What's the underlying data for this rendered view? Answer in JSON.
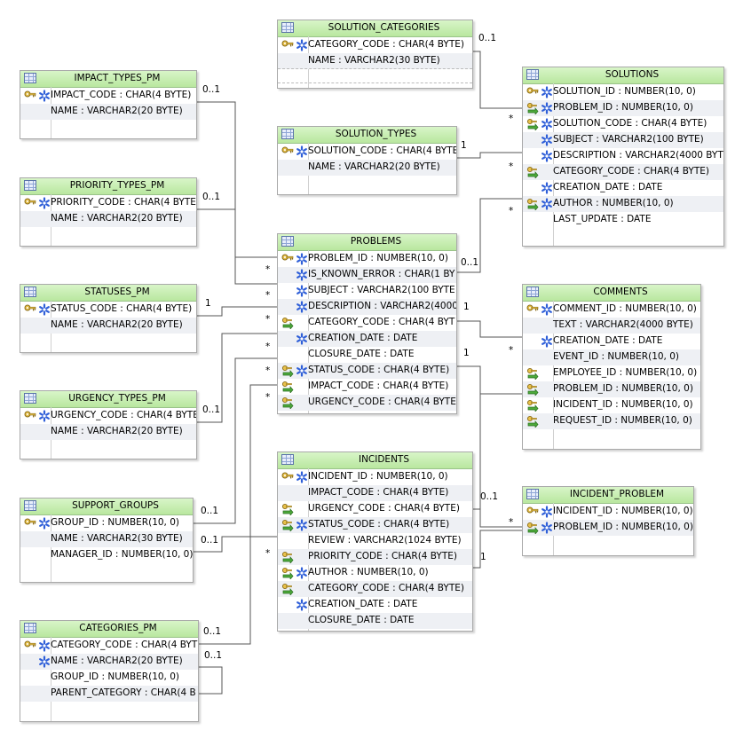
{
  "tables": [
    {
      "id": "solution-categories",
      "name": "SOLUTION_CATEGORIES",
      "rows": [
        {
          "icons": [
            "key",
            "pk"
          ],
          "text": "CATEGORY_CODE : CHAR(4 BYTE)"
        },
        {
          "icons": [],
          "text": "NAME : VARCHAR2(30 BYTE)"
        }
      ]
    },
    {
      "id": "impact-types-pm",
      "name": "IMPACT_TYPES_PM",
      "rows": [
        {
          "icons": [
            "key",
            "pk"
          ],
          "text": "IMPACT_CODE : CHAR(4 BYTE)"
        },
        {
          "icons": [],
          "text": "NAME : VARCHAR2(20 BYTE)"
        }
      ]
    },
    {
      "id": "solutions",
      "name": "SOLUTIONS",
      "rows": [
        {
          "icons": [
            "key",
            "pk"
          ],
          "text": "SOLUTION_ID : NUMBER(10, 0)"
        },
        {
          "icons": [
            "fk",
            "pk"
          ],
          "text": "PROBLEM_ID : NUMBER(10, 0)"
        },
        {
          "icons": [
            "fk",
            "pk"
          ],
          "text": "SOLUTION_CODE : CHAR(4 BYTE)"
        },
        {
          "icons": [
            "",
            "pk"
          ],
          "text": "SUBJECT : VARCHAR2(100 BYTE)"
        },
        {
          "icons": [
            "",
            "pk"
          ],
          "text": "DESCRIPTION : VARCHAR2(4000 BYTE"
        },
        {
          "icons": [
            "fk",
            ""
          ],
          "text": "CATEGORY_CODE : CHAR(4 BYTE)"
        },
        {
          "icons": [
            "",
            "pk"
          ],
          "text": "CREATION_DATE : DATE"
        },
        {
          "icons": [
            "fk",
            "pk"
          ],
          "text": "AUTHOR : NUMBER(10, 0)"
        },
        {
          "icons": [],
          "text": "LAST_UPDATE : DATE"
        }
      ]
    },
    {
      "id": "solution-types",
      "name": "SOLUTION_TYPES",
      "rows": [
        {
          "icons": [
            "key",
            "pk"
          ],
          "text": "SOLUTION_CODE : CHAR(4 BYTE"
        },
        {
          "icons": [],
          "text": "NAME : VARCHAR2(20 BYTE)"
        }
      ]
    },
    {
      "id": "priority-types-pm",
      "name": "PRIORITY_TYPES_PM",
      "rows": [
        {
          "icons": [
            "key",
            "pk"
          ],
          "text": "PRIORITY_CODE : CHAR(4 BYTE)"
        },
        {
          "icons": [],
          "text": "NAME : VARCHAR2(20 BYTE)"
        }
      ]
    },
    {
      "id": "problems",
      "name": "PROBLEMS",
      "rows": [
        {
          "icons": [
            "key",
            "pk"
          ],
          "text": "PROBLEM_ID : NUMBER(10, 0)"
        },
        {
          "icons": [
            "",
            "pk"
          ],
          "text": "IS_KNOWN_ERROR : CHAR(1 BY"
        },
        {
          "icons": [
            "",
            "pk"
          ],
          "text": "SUBJECT : VARCHAR2(100 BYTE"
        },
        {
          "icons": [
            "",
            "pk"
          ],
          "text": "DESCRIPTION : VARCHAR2(4000"
        },
        {
          "icons": [
            "fk",
            ""
          ],
          "text": "CATEGORY_CODE : CHAR(4 BYT"
        },
        {
          "icons": [
            "",
            "pk"
          ],
          "text": "CREATION_DATE : DATE"
        },
        {
          "icons": [],
          "text": "CLOSURE_DATE : DATE"
        },
        {
          "icons": [
            "fk",
            "pk"
          ],
          "text": "STATUS_CODE : CHAR(4 BYTE)"
        },
        {
          "icons": [
            "fk",
            ""
          ],
          "text": "IMPACT_CODE : CHAR(4 BYTE)"
        },
        {
          "icons": [
            "fk",
            ""
          ],
          "text": "URGENCY_CODE : CHAR(4 BYTE"
        }
      ]
    },
    {
      "id": "statuses-pm",
      "name": "STATUSES_PM",
      "rows": [
        {
          "icons": [
            "key",
            "pk"
          ],
          "text": "STATUS_CODE : CHAR(4 BYTE)"
        },
        {
          "icons": [],
          "text": "NAME : VARCHAR2(20 BYTE)"
        }
      ]
    },
    {
      "id": "comments",
      "name": "COMMENTS",
      "rows": [
        {
          "icons": [
            "key",
            "pk"
          ],
          "text": "COMMENT_ID : NUMBER(10, 0)"
        },
        {
          "icons": [],
          "text": "TEXT : VARCHAR2(4000 BYTE)"
        },
        {
          "icons": [
            "",
            "pk"
          ],
          "text": "CREATION_DATE : DATE"
        },
        {
          "icons": [],
          "text": "EVENT_ID : NUMBER(10, 0)"
        },
        {
          "icons": [
            "fk",
            ""
          ],
          "text": "EMPLOYEE_ID : NUMBER(10, 0)"
        },
        {
          "icons": [
            "fk",
            ""
          ],
          "text": "PROBLEM_ID : NUMBER(10, 0)"
        },
        {
          "icons": [
            "fk",
            ""
          ],
          "text": "INCIDENT_ID : NUMBER(10, 0)"
        },
        {
          "icons": [
            "fk",
            ""
          ],
          "text": "REQUEST_ID : NUMBER(10, 0)"
        }
      ]
    },
    {
      "id": "urgency-types-pm",
      "name": "URGENCY_TYPES_PM",
      "rows": [
        {
          "icons": [
            "key",
            "pk"
          ],
          "text": "URGENCY_CODE : CHAR(4 BYTE"
        },
        {
          "icons": [],
          "text": "NAME : VARCHAR2(20 BYTE)"
        }
      ]
    },
    {
      "id": "incidents",
      "name": "INCIDENTS",
      "rows": [
        {
          "icons": [
            "key",
            "pk"
          ],
          "text": "INCIDENT_ID : NUMBER(10, 0)"
        },
        {
          "icons": [],
          "text": "IMPACT_CODE : CHAR(4 BYTE)"
        },
        {
          "icons": [
            "fk",
            ""
          ],
          "text": "URGENCY_CODE : CHAR(4 BYTE)"
        },
        {
          "icons": [
            "fk",
            "pk"
          ],
          "text": "STATUS_CODE : CHAR(4 BYTE)"
        },
        {
          "icons": [],
          "text": "REVIEW : VARCHAR2(1024 BYTE)"
        },
        {
          "icons": [
            "fk",
            ""
          ],
          "text": "PRIORITY_CODE : CHAR(4 BYTE)"
        },
        {
          "icons": [
            "fk",
            "pk"
          ],
          "text": "AUTHOR : NUMBER(10, 0)"
        },
        {
          "icons": [
            "fk",
            ""
          ],
          "text": "CATEGORY_CODE : CHAR(4 BYTE)"
        },
        {
          "icons": [
            "",
            "pk"
          ],
          "text": "CREATION_DATE : DATE"
        },
        {
          "icons": [],
          "text": "CLOSURE_DATE : DATE"
        }
      ]
    },
    {
      "id": "support-groups",
      "name": "SUPPORT_GROUPS",
      "rows": [
        {
          "icons": [
            "key",
            "pk"
          ],
          "text": "GROUP_ID : NUMBER(10, 0)"
        },
        {
          "icons": [],
          "text": "NAME : VARCHAR2(30 BYTE)"
        },
        {
          "icons": [],
          "text": "MANAGER_ID : NUMBER(10, 0)"
        }
      ]
    },
    {
      "id": "incident-problem",
      "name": "INCIDENT_PROBLEM",
      "rows": [
        {
          "icons": [
            "key",
            "pk"
          ],
          "text": "INCIDENT_ID : NUMBER(10, 0)"
        },
        {
          "icons": [
            "fk",
            "pk"
          ],
          "text": "PROBLEM_ID : NUMBER(10, 0)"
        }
      ]
    },
    {
      "id": "categories-pm",
      "name": "CATEGORIES_PM",
      "rows": [
        {
          "icons": [
            "key",
            "pk"
          ],
          "text": "CATEGORY_CODE : CHAR(4 BYT"
        },
        {
          "icons": [
            "",
            "pk"
          ],
          "text": "NAME : VARCHAR2(20 BYTE)"
        },
        {
          "icons": [],
          "text": "GROUP_ID : NUMBER(10, 0)"
        },
        {
          "icons": [],
          "text": "PARENT_CATEGORY : CHAR(4 B"
        }
      ]
    }
  ],
  "cardinality_labels": [
    "0..1",
    "*",
    "0..1",
    "*",
    "1",
    "*",
    "0..1",
    "*",
    "0..1",
    "*",
    "1",
    "*",
    "0..1",
    "*",
    "1",
    "*",
    "0..1",
    "*",
    "0..1",
    "*",
    "0..1",
    "*",
    "1",
    "*",
    "1",
    "0..1",
    "0..1"
  ]
}
